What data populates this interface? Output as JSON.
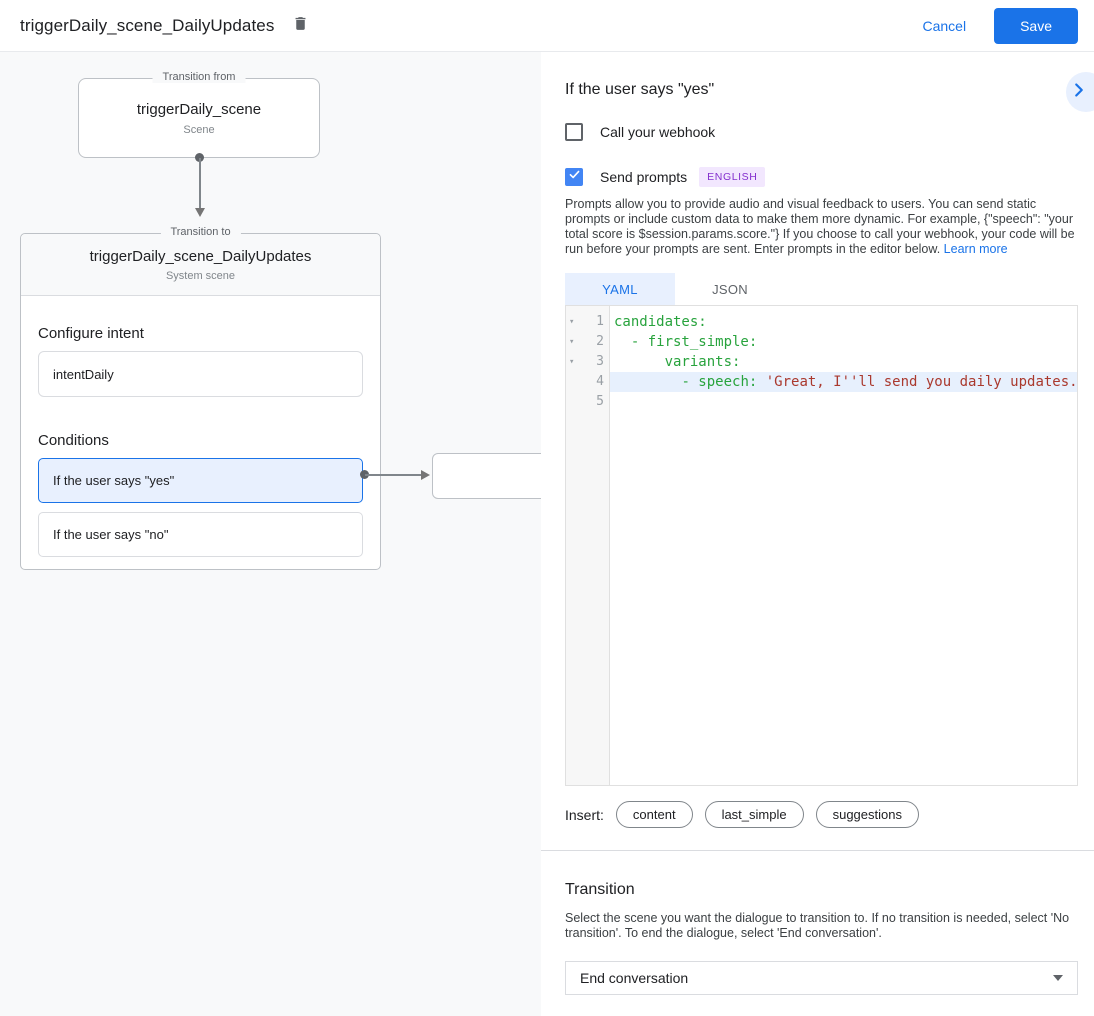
{
  "header": {
    "title": "triggerDaily_scene_DailyUpdates",
    "cancel_label": "Cancel",
    "save_label": "Save"
  },
  "colors": {
    "accent_blue": "#1a73e8",
    "selection_blue": "#e8f0fe",
    "badge_purple_bg": "#f2e7fe",
    "badge_purple_text": "#8430ce",
    "code_key_green": "#28a33d",
    "code_string_red": "#aa392e",
    "canvas_bg": "#f8f9fa"
  },
  "diagram": {
    "from_node": {
      "legend": "Transition from",
      "title": "triggerDaily_scene",
      "subtitle": "Scene"
    },
    "to_node": {
      "legend": "Transition to",
      "title": "triggerDaily_scene_DailyUpdates",
      "subtitle": "System scene",
      "intent_section_label": "Configure intent",
      "intent_value": "intentDaily",
      "conditions_label": "Conditions",
      "conditions": [
        {
          "label": "If the user says \"yes\"",
          "selected": true
        },
        {
          "label": "If the user says \"no\"",
          "selected": false
        }
      ]
    }
  },
  "panel": {
    "title": "If the user says \"yes\"",
    "webhook": {
      "label": "Call your webhook",
      "checked": false
    },
    "prompts": {
      "label": "Send prompts",
      "checked": true,
      "language_badge": "ENGLISH"
    },
    "description": "Prompts allow you to provide audio and visual feedback to users. You can send static prompts or include custom data to make them more dynamic. For example, {\"speech\": \"your total score is $session.params.score.\"} If you choose to call your webhook, your code will be run before your prompts are sent. Enter prompts in the editor below. ",
    "learn_more_label": "Learn more",
    "tabs": [
      {
        "label": "YAML",
        "active": true
      },
      {
        "label": "JSON",
        "active": false
      }
    ],
    "editor": {
      "lines": [
        {
          "number": "1",
          "fold": "▾",
          "indent": "",
          "key": "candidates:",
          "string": "",
          "highlight": false
        },
        {
          "number": "2",
          "fold": "▾",
          "indent": "  ",
          "key": "- first_simple:",
          "string": "",
          "highlight": false
        },
        {
          "number": "3",
          "fold": "▾",
          "indent": "      ",
          "key": "variants:",
          "string": "",
          "highlight": false
        },
        {
          "number": "4",
          "fold": "",
          "indent": "        ",
          "key": "- speech: ",
          "string": "'Great, I''ll send you daily updates.'",
          "highlight": true
        },
        {
          "number": "5",
          "fold": "",
          "indent": "",
          "key": "",
          "string": "",
          "highlight": false
        }
      ]
    },
    "insert": {
      "label": "Insert:",
      "chips": [
        "content",
        "last_simple",
        "suggestions"
      ]
    },
    "transition": {
      "title": "Transition",
      "description": "Select the scene you want the dialogue to transition to. If no transition is needed, select 'No transition'. To end the dialogue, select 'End conversation'.",
      "dropdown_value": "End conversation"
    }
  }
}
